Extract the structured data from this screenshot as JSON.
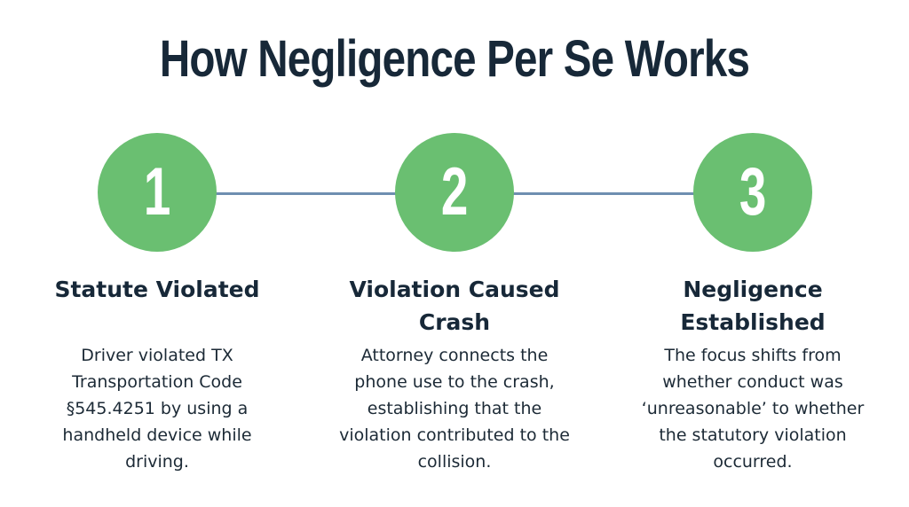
{
  "title": "How Negligence Per Se Works",
  "colors": {
    "circle": "#6abf71",
    "connector": "#6e8fb0",
    "heading": "#172838"
  },
  "steps": [
    {
      "number": "1",
      "title": "Statute Violated",
      "description": "Driver violated TX Transportation Code §545.4251 by using a handheld device while driving."
    },
    {
      "number": "2",
      "title": "Violation Caused Crash",
      "description": "Attorney connects the phone use to the crash, establishing that the violation contributed to the collision."
    },
    {
      "number": "3",
      "title": "Negligence Established",
      "description": "The focus shifts from whether conduct was ‘unreasonable’ to whether the statutory violation occurred."
    }
  ]
}
